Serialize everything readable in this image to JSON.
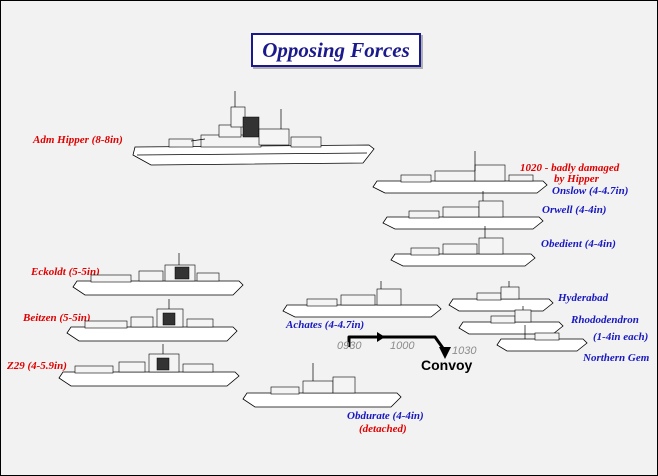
{
  "title": "Opposing Forces",
  "german": {
    "hipper": "Adm Hipper (8-8in)",
    "eckoldt": "Eckoldt (5-5in)",
    "beitzen": "Beitzen (5-5in)",
    "z29": "Z29 (4-5.9in)"
  },
  "british": {
    "note_line1": "1020 - badly damaged",
    "note_line2": "by Hipper",
    "onslow": "Onslow (4-4.7in)",
    "orwell": "Orwell (4-4in)",
    "obedient": "Obedient (4-4in)",
    "achates": "Achates (4-4.7in)",
    "hyderabad": "Hyderabad",
    "rhododendron": "Rhododendron",
    "each": "(1-4in each)",
    "northern_gem": "Northern Gem",
    "obdurate": "Obdurate (4-4in)",
    "detached": "(detached)"
  },
  "convoy": {
    "label": "Convoy",
    "times": [
      "0930",
      "1000",
      "1030"
    ]
  },
  "colors": {
    "german": "#e00000",
    "british": "#1818c0",
    "title": "#1a1a8c",
    "time": "#8c8c8c"
  }
}
